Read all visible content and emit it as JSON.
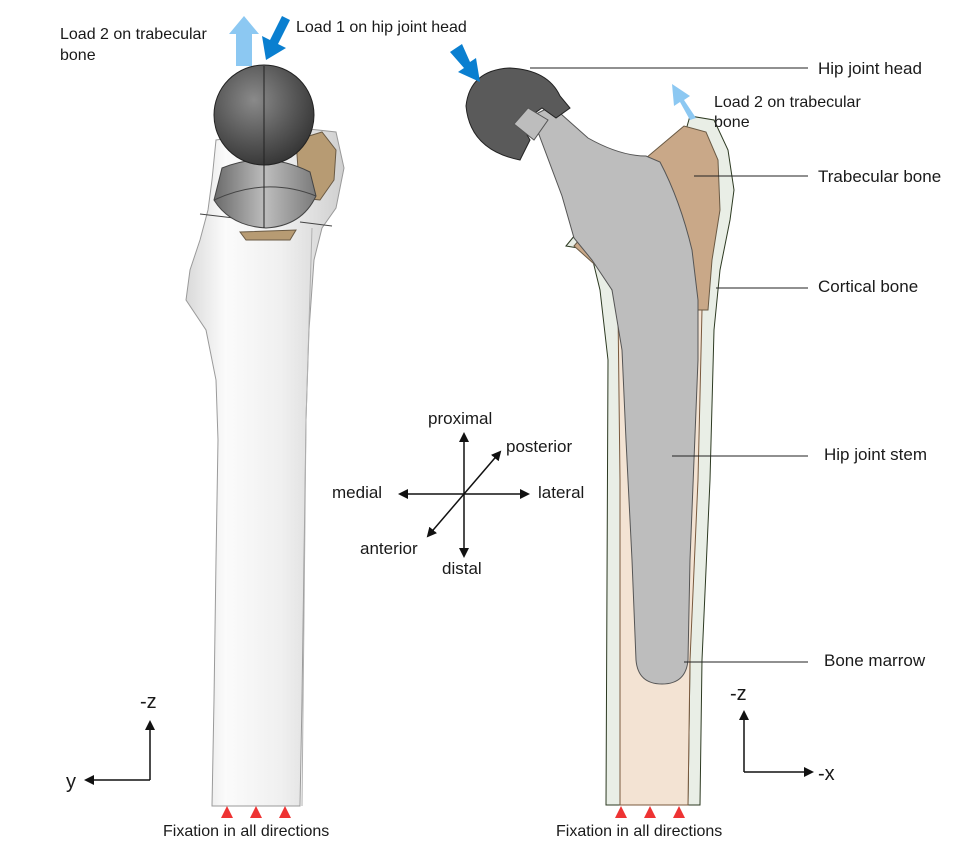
{
  "colors": {
    "load1": "#0a7fd0",
    "load2": "#8cc8f2",
    "cortical": "#e9eee6",
    "trabecular": "#c9a888",
    "marrow": "#f3e3d3",
    "stem": "#bdbdbd",
    "head": "#5a5a5a",
    "fixation": "#ee3333"
  },
  "left_view": {
    "load2_label_line1": "Load 2 on trabecular",
    "load2_label_line2": "bone",
    "load1_label": "Load 1 on hip joint head",
    "fixation_label": "Fixation in all directions",
    "axis_vertical": "-z",
    "axis_horizontal": "y"
  },
  "right_view": {
    "labels": {
      "hip_joint_head": "Hip joint head",
      "load2_line1": "Load 2 on trabecular",
      "load2_line2": "bone",
      "trabecular_bone": "Trabecular bone",
      "cortical_bone": "Cortical bone",
      "hip_joint_stem": "Hip joint stem",
      "bone_marrow": "Bone marrow"
    },
    "fixation_label": "Fixation in all directions",
    "axis_vertical": "-z",
    "axis_horizontal": "-x"
  },
  "orientation": {
    "proximal": "proximal",
    "posterior": "posterior",
    "medial": "medial",
    "lateral": "lateral",
    "anterior": "anterior",
    "distal": "distal"
  }
}
